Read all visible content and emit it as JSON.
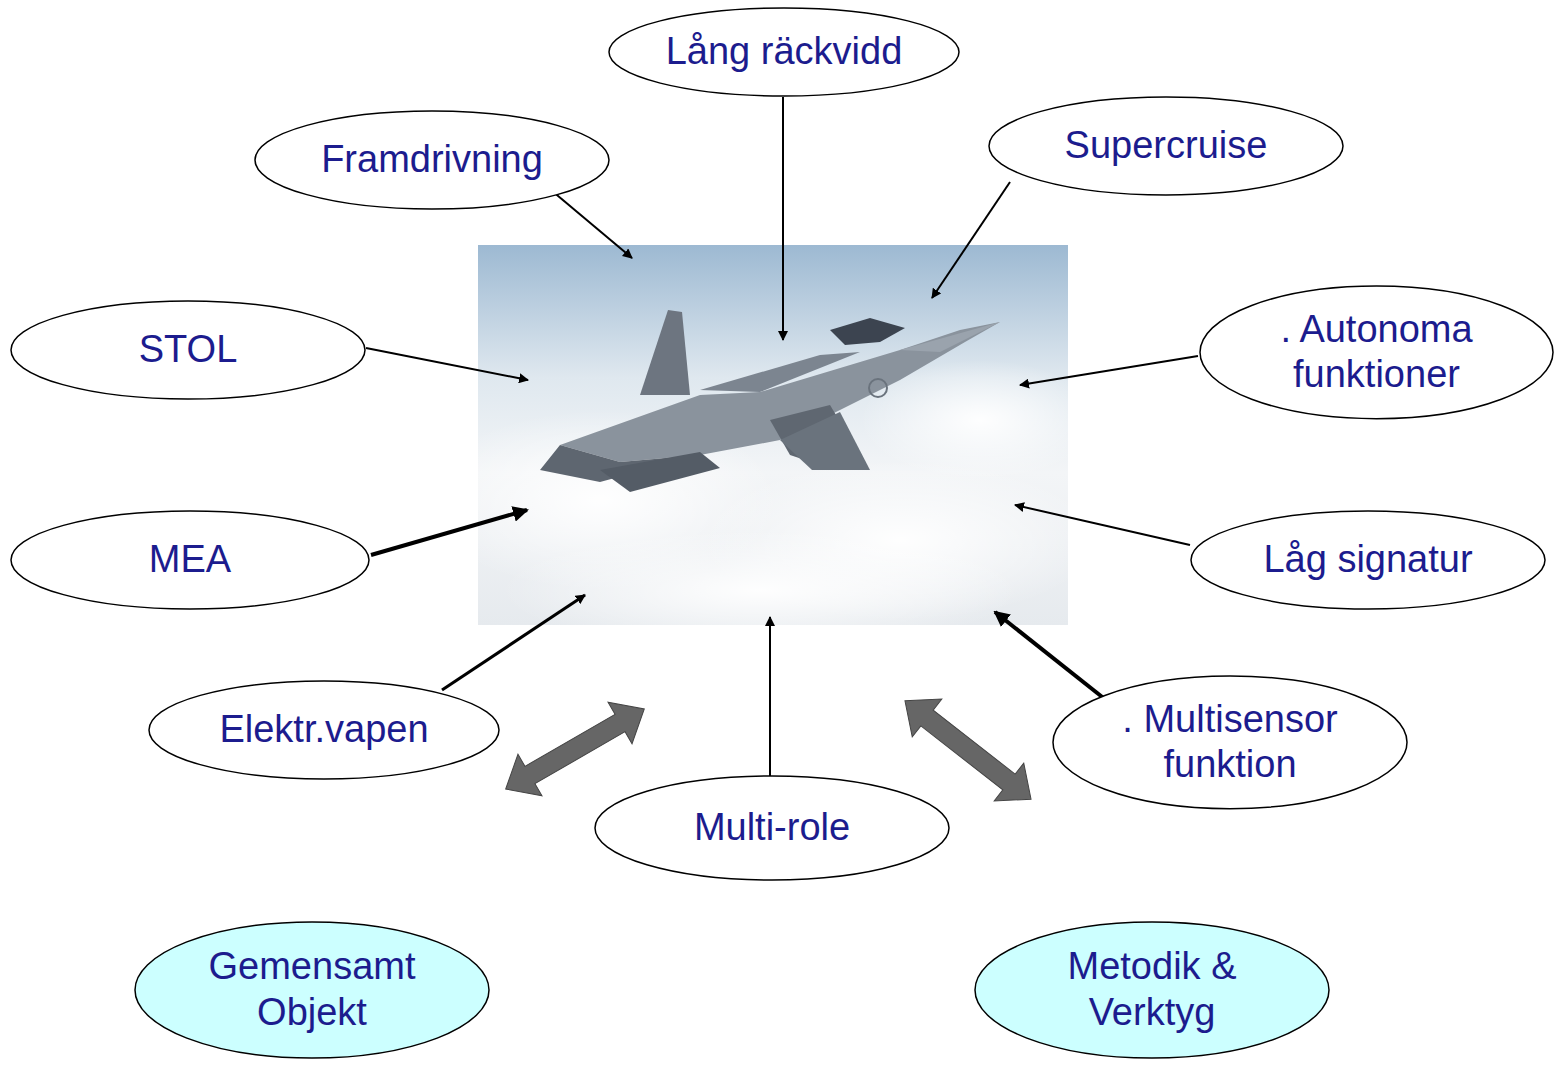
{
  "diagram": {
    "nodes": [
      {
        "text": [
          "Lång räckvidd"
        ]
      },
      {
        "text": [
          "Framdrivning"
        ]
      },
      {
        "text": [
          "Supercruise"
        ]
      },
      {
        "text": [
          "STOL"
        ]
      },
      {
        "text": [
          ". Autonoma funktioner"
        ]
      },
      {
        "text": [
          "MEA"
        ]
      },
      {
        "text": [
          "Låg signatur"
        ]
      },
      {
        "text": [
          "Elektr.vapen"
        ]
      },
      {
        "text": [
          ". Multisensor funktion"
        ]
      },
      {
        "text": [
          "Multi-role"
        ]
      },
      {
        "text": [
          "Gemensamt Objekt"
        ]
      },
      {
        "text": [
          "Metodik & Verktyg"
        ]
      }
    ]
  }
}
